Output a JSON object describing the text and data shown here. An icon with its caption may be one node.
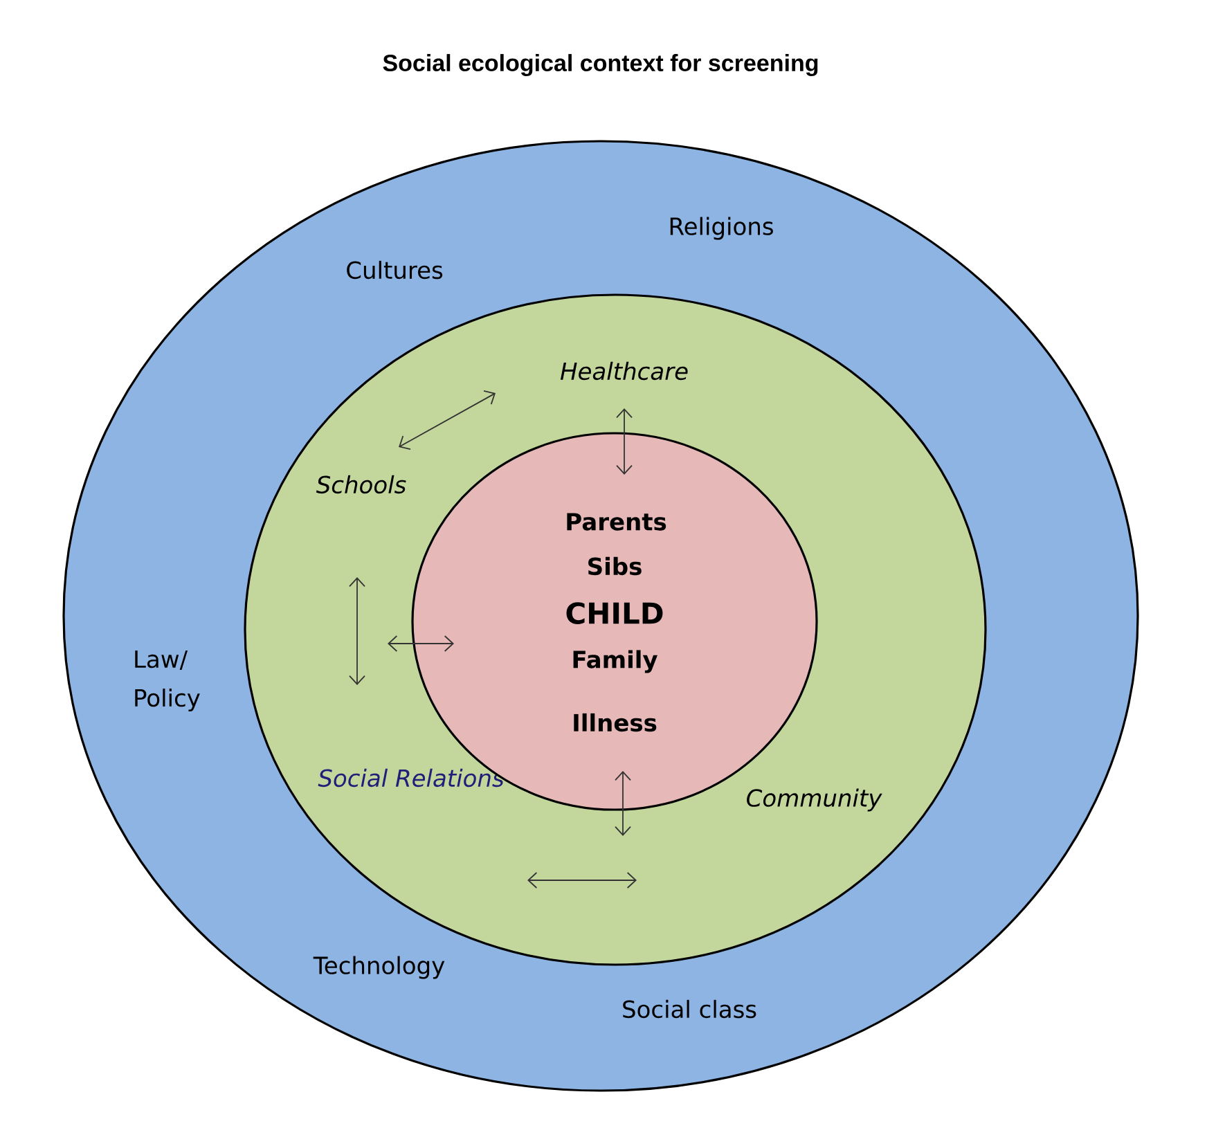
{
  "diagram": {
    "title": "Social ecological context for screening",
    "nodes": [
      {
        "text": [
          "Religions",
          "Cultures",
          "Law/ Policy",
          "Technology",
          "Social class"
        ]
      },
      {
        "text": [
          "Healthcare",
          "Schools",
          "Social Relations",
          "Community"
        ],
        "in": 0
      },
      {
        "text": [
          "Parents",
          "Sibs",
          "CHILD",
          "Family",
          "Illness"
        ],
        "in": 1
      }
    ]
  }
}
